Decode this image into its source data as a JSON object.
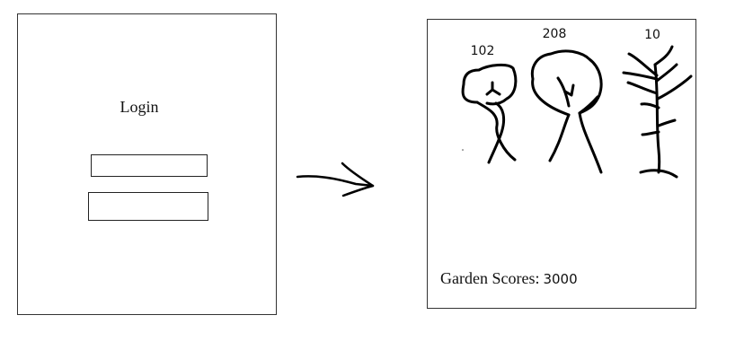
{
  "login": {
    "title": "Login",
    "username_value": "",
    "password_value": ""
  },
  "garden": {
    "trees": [
      {
        "score": "102"
      },
      {
        "score": "208"
      },
      {
        "score": "10"
      }
    ],
    "footer_label": "Garden Scores:",
    "footer_value": "3000"
  },
  "icons": {
    "transition_arrow": "arrow-right-icon"
  }
}
